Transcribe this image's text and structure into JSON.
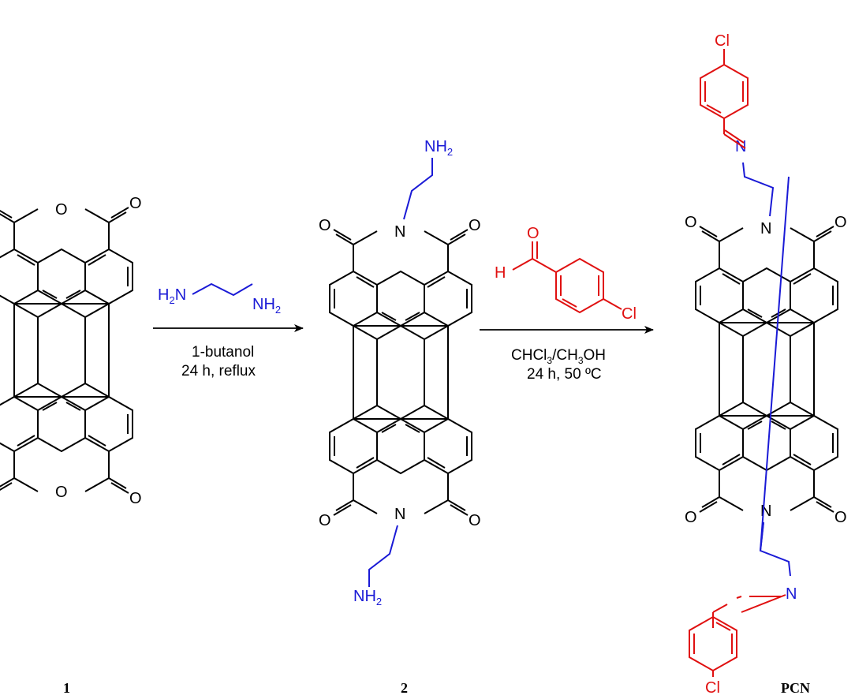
{
  "colors": {
    "structure": "#000000",
    "amine": "#1a1ad6",
    "aldehyde": "#e01010"
  },
  "atoms": {
    "O": "O",
    "N": "N",
    "NH": "NH",
    "H": "H",
    "Cl": "Cl",
    "H2": "H",
    "sub2": "2"
  },
  "reagent1": {
    "condition1": "1-butanol",
    "condition2": "24 h,  reflux"
  },
  "reagent2": {
    "solvent_a": "CHCl",
    "sub3": "3",
    "solvent_b": "/CH",
    "solvent_c": "OH",
    "condition": "24 h, 50 ºC"
  },
  "labels": {
    "compound1": "1",
    "compound2": "2",
    "product": "PCN"
  }
}
